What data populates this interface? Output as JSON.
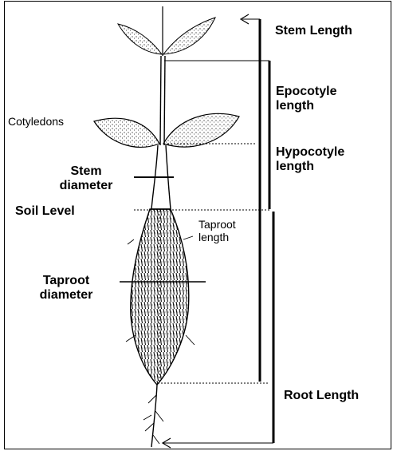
{
  "labels": {
    "stem_length": "Stem Length",
    "epicotyl_line1": "Epocotyle",
    "epicotyl_line2": "length",
    "hypocotyl_line1": "Hypocotyle",
    "hypocotyl_line2": "length",
    "cotyledons": "Cotyledons",
    "stem_diameter_line1": "Stem",
    "stem_diameter_line2": "diameter",
    "soil_level": "Soil Level",
    "taproot_length_line1": "Taproot",
    "taproot_length_line2": "length",
    "taproot_diameter_line1": "Taproot",
    "taproot_diameter_line2": "diameter",
    "root_length": "Root Length"
  },
  "colors": {
    "ink": "#000000",
    "background": "#ffffff"
  }
}
